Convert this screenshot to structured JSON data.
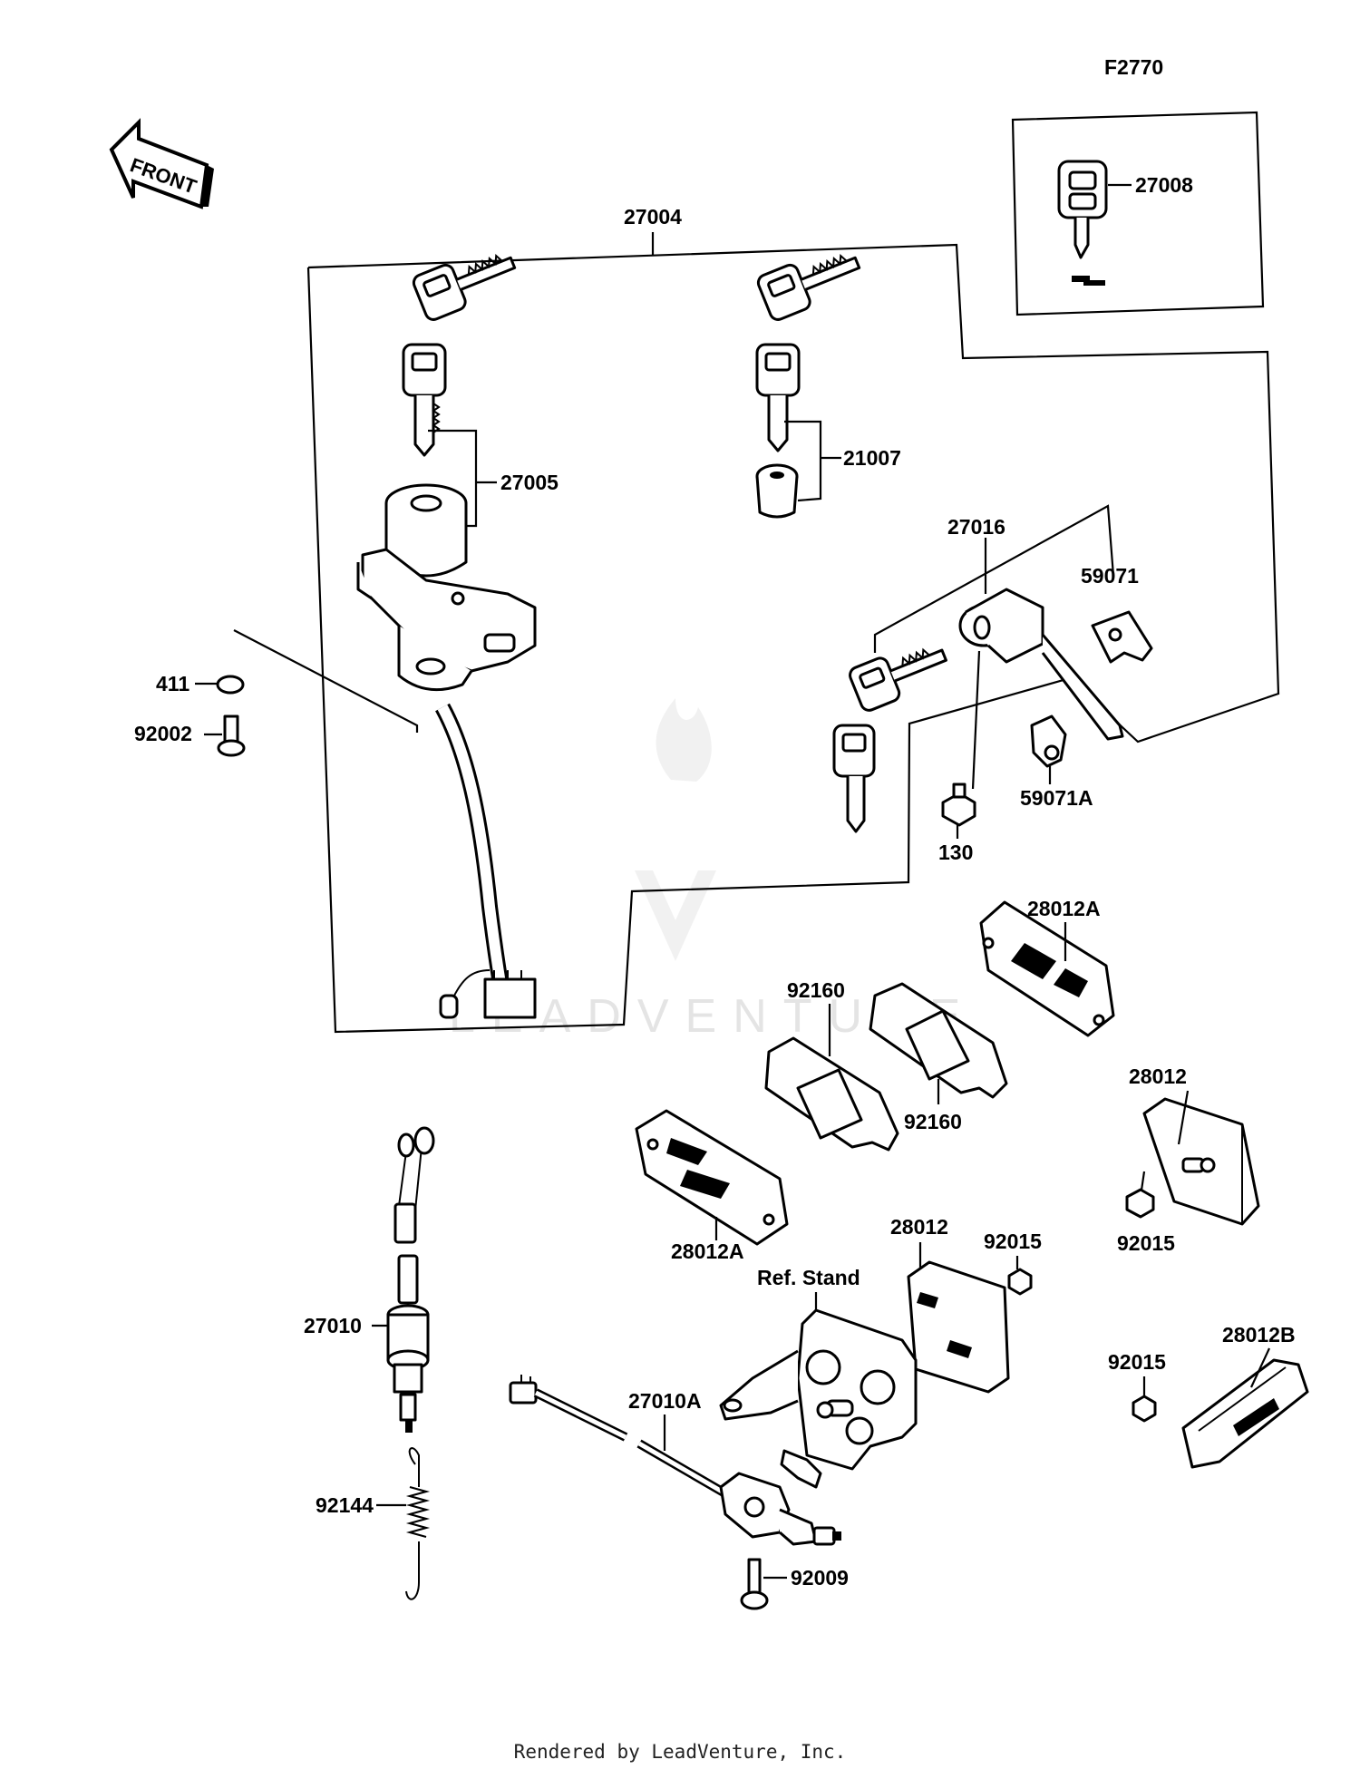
{
  "figure_code": "F2770",
  "front_label": "FRONT",
  "watermark": "LEADVENTURE",
  "footer": "Rendered by LeadVenture, Inc.",
  "parts": {
    "p27004": "27004",
    "p27005": "27005",
    "p21007": "21007",
    "p27008": "27008",
    "p27016": "27016",
    "p59071": "59071",
    "p59071A": "59071A",
    "p130": "130",
    "p411": "411",
    "p92002": "92002",
    "p28012A_top": "28012A",
    "p92160_a": "92160",
    "p92160_b": "92160",
    "p28012_right": "28012",
    "p28012A_bottom": "28012A",
    "p28012_mid": "28012",
    "p92015_a": "92015",
    "p92015_b": "92015",
    "p92015_c": "92015",
    "p28012B": "28012B",
    "ref_stand": "Ref. Stand",
    "p27010": "27010",
    "p27010A": "27010A",
    "p92144": "92144",
    "p92009": "92009"
  }
}
